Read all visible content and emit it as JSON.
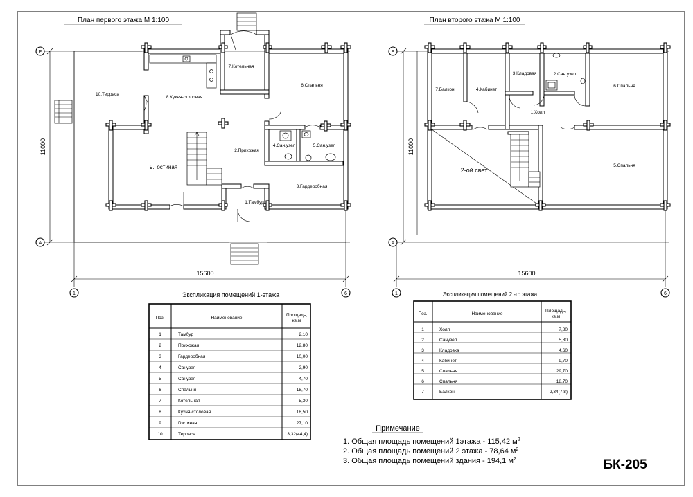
{
  "sheet_code": "БК-205",
  "plans": {
    "floor1": {
      "title": "План первого этажа М 1:100",
      "dim_width": "15600",
      "dim_height": "11000",
      "axis_e": "Е",
      "axis_a": "А",
      "axis_1": "1",
      "axis_6": "6",
      "rooms": {
        "kotelnaya": "7.Котельная",
        "spalnya": "6.Спальня",
        "terrasa": "10.Терраса",
        "kuhnya": "8.Кухня-столовая",
        "prihozhaya": "2.Прихожая",
        "sanuzel4": "4.Сан.узел",
        "sanuzel5": "5.Сан.узел",
        "gostinaya": "9.Гостиная",
        "garderobnaya": "3.Гардеробная",
        "tambur": "1.Тамбур"
      }
    },
    "floor2": {
      "title": "План второго этажа М 1:100",
      "dim_width": "15600",
      "dim_height": "11000",
      "axis_e": "Е",
      "axis_a": "А",
      "axis_1": "1",
      "axis_6": "6",
      "rooms": {
        "balkon": "7.Балкон",
        "kabinet": "4.Кабинет",
        "kladovaya": "3.Кладовая",
        "sanuzel": "2.Сан.узел",
        "spalnya6": "6.Спальня",
        "holl": "1.Холл",
        "svet": "2-ой свет",
        "spalnya5": "5.Спальня"
      }
    }
  },
  "table1": {
    "title": "Экспликация помещений 1-этажа",
    "headers": {
      "pos": "Поз.",
      "name": "Наименование",
      "area1": "Площадь,",
      "area2": "кв.м"
    },
    "rows": [
      {
        "pos": "1",
        "name": "Тамбур",
        "area": "2,10"
      },
      {
        "pos": "2",
        "name": "Прихожая",
        "area": "12,80"
      },
      {
        "pos": "3",
        "name": "Гардеробная",
        "area": "10,00"
      },
      {
        "pos": "4",
        "name": "Санузел",
        "area": "2,90"
      },
      {
        "pos": "5",
        "name": "Санузел",
        "area": "4,70"
      },
      {
        "pos": "6",
        "name": "Спальня",
        "area": "18,70"
      },
      {
        "pos": "7",
        "name": "Котельная",
        "area": "5,30"
      },
      {
        "pos": "8",
        "name": "Кухня-столовая",
        "area": "18,50"
      },
      {
        "pos": "9",
        "name": "Гостиная",
        "area": "27,10"
      },
      {
        "pos": "10",
        "name": "Терраса",
        "area": "13,32(44,4)"
      }
    ]
  },
  "table2": {
    "title": "Экспликация помещений 2 -го этажа",
    "headers": {
      "pos": "Поз.",
      "name": "Наименование",
      "area1": "Площадь,",
      "area2": "кв.м"
    },
    "rows": [
      {
        "pos": "1",
        "name": "Холл",
        "area": "7,80"
      },
      {
        "pos": "2",
        "name": "Санузел",
        "area": "5,80"
      },
      {
        "pos": "3",
        "name": "Кладовка",
        "area": "4,60"
      },
      {
        "pos": "4",
        "name": "Кабинет",
        "area": "9,70"
      },
      {
        "pos": "5",
        "name": "Спальня",
        "area": "29,70"
      },
      {
        "pos": "6",
        "name": "Спальня",
        "area": "18,70"
      },
      {
        "pos": "7",
        "name": "Балкон",
        "area": "2,34(7,8)"
      }
    ]
  },
  "notes": {
    "title": "Примечание",
    "line1": "1. Общая площадь помещений 1этажа - 115,42 м",
    "line2": "2. Общая площадь помещений 2 этажа - 78,64 м",
    "line3": "3. Общая площадь помещений здания - 194,1 м",
    "sup": "2"
  }
}
